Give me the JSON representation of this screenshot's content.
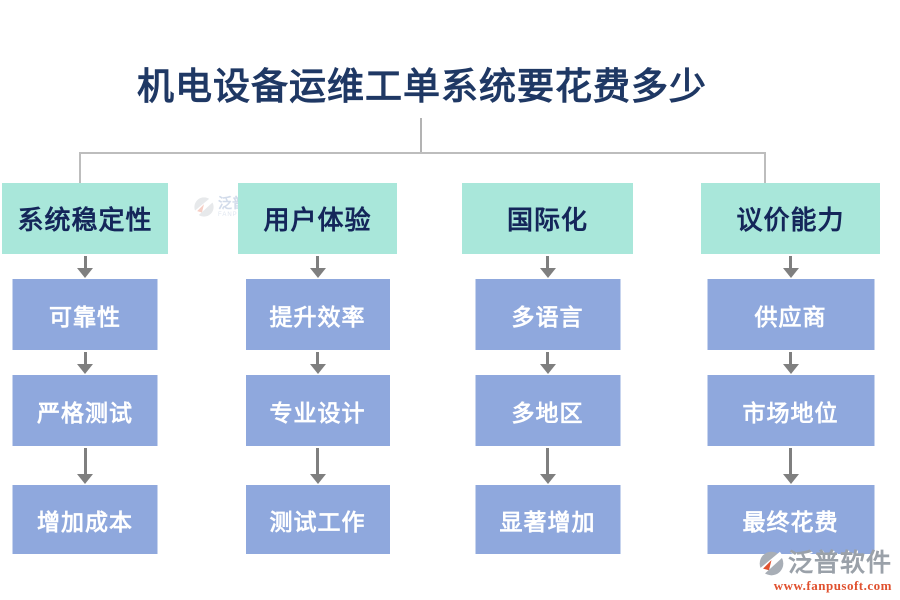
{
  "title": "机电设备运维工单系统要花费多少",
  "columns": [
    {
      "header": "系统稳定性",
      "items": [
        "可靠性",
        "严格测试",
        "增加成本"
      ]
    },
    {
      "header": "用户体验",
      "items": [
        "提升效率",
        "专业设计",
        "测试工作"
      ]
    },
    {
      "header": "国际化",
      "items": [
        "多语言",
        "多地区",
        "显著增加"
      ]
    },
    {
      "header": "议价能力",
      "items": [
        "供应商",
        "市场地位",
        "最终花费"
      ]
    }
  ],
  "watermark": {
    "brand": "泛普软件",
    "sub": "FANPU SOFTWARE"
  },
  "footer": {
    "brand": "泛普软件",
    "url": "www.fanpusoft.com"
  },
  "colors": {
    "title_text": "#1f3864",
    "header_box_bg": "#a9e7da",
    "header_box_text": "#14265a",
    "item_box_bg": "#8fa8dd",
    "item_box_text": "#ffffff",
    "arrow": "#7f7f7f",
    "connector_line": "#bdbdbd",
    "brand_gray": "#9aa1a9",
    "brand_orange": "#e0512f"
  }
}
